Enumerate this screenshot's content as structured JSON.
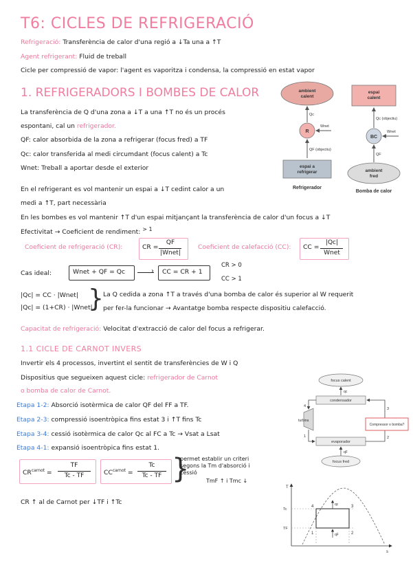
{
  "title": "T6: CICLES DE REFRIGERACIÓ",
  "intro": {
    "def1_term": "Refrigeració:",
    "def1_text": "Transferència de calor d'una regió a ↓Ta una a ↑T",
    "def2_term": "Agent refrigerant:",
    "def2_text": "Fluid de treball",
    "def3": "Cicle per compressió de vapor: l'agent es vaporitza i condensa, la compressió en estat vapor"
  },
  "section1": {
    "heading": "1. REFRIGERADORS I BOMBES DE CALOR",
    "p1a": "La transferència de Q d'una zona a ↓T a una ↑T no és un procés",
    "p1b_prefix": "espontani, cal un",
    "p1b_link": "refrigerador.",
    "qf": "QF: calor absorbida de la zona a refrigerar (focus fred) a TF",
    "qc": "Qc: calor transferida al medi circumdant (focus calent) a Tc",
    "wnet": "Wnet: Treball a aportar desde el exterior",
    "p2a": "En el refrigerant es vol mantenir un espai a ↓T cedint calor a un",
    "p2b": "medi a ↑T, part necessària",
    "p3": "En les bombes es vol mantenir ↑T d'un espai mitjançant la transferència de calor d'un focus a ↓T",
    "p4": "Efectivitat → Coeficient de rendiment:",
    "p4_note": "> 1",
    "cop_r_label": "Coeficient de refrigeració (CR):",
    "cop_r_lhs": "CR =",
    "cop_r_num": "QF",
    "cop_r_den": "|Wnet|",
    "cop_c_label": "Coeficient de calefacció (CC):",
    "cop_c_lhs": "CC =",
    "cop_c_num": "|Qc|",
    "cop_c_den": "Wnet",
    "ideal_label": "Cas ideal:",
    "ideal_eq1": "Wnet + QF = Qc",
    "ideal_eq2": "CC = CR + 1",
    "cr_note": "CR > 0",
    "cc_note": "CC > 1",
    "eq_a": "|Qc| = CC · |Wnet|",
    "eq_b": "|Qc| = (1+CR) · |Wnet|",
    "remark_a": "La Q cedida a zona ↑T a través d'una bomba de calor és superior al W requerit",
    "remark_b": "per fer-la funcionar → Avantatge bomba respecte dispositiu calefacció.",
    "cap_term": "Capacitat de refrigeració:",
    "cap_text": "Velocitat d'extracció de calor del focus a refrigerar."
  },
  "section11": {
    "heading": "1.1 CICLE DE CARNOT INVERS",
    "p1": "Invertir els 4 processos, invertint el sentit de transferències de W i Q",
    "p2_prefix": "Dispositius que segueixen aquest cicle:",
    "p2_link": "refrigerador de Carnot",
    "p3_link": "o bomba de calor de Carnot.",
    "steps": [
      {
        "label": "Etapa 1-2:",
        "text": "Absorció isotèrmica de calor QF del FF a TF."
      },
      {
        "label": "Etapa 2-3:",
        "text": "compressió isoentròpica fins estat 3 i ↑T fins Tc"
      },
      {
        "label": "Etapa 3-4:",
        "text": "cessió isotèrmica de calor Qc al FC a Tc → Vsat a Lsat"
      },
      {
        "label": "Etapa 4-1:",
        "text": "expansió isoentròpica fins estat 1."
      }
    ],
    "cr_carnot_lhs": "CR",
    "cr_carnot_sup": "carnot",
    "cr_carnot_num": "TF",
    "cr_carnot_den": "Tc - TF",
    "cc_carnot_lhs": "CC",
    "cc_carnot_sup": "carnot",
    "cc_carnot_num": "Tc",
    "cc_carnot_den": "Tc - TF",
    "criterion_a": "permet establir un criteri",
    "criterion_b": "segons la Tm d'absorció i",
    "criterion_c": "cessió",
    "criterion_d": "TmF ↑ i Tmc ↓",
    "final": "CR ↑ al de Carnot per ↓TF i ↑Tc"
  },
  "diagram_fridge": {
    "top": [
      "ambient",
      "calent"
    ],
    "node": "R",
    "qc": "Qc",
    "wnet": "Wnet",
    "qf": "QF (objectiu)",
    "bottom": [
      "espai a",
      "refrigerar"
    ],
    "caption": "Refrigerador"
  },
  "diagram_pump": {
    "top": [
      "espai",
      "calent"
    ],
    "node": "BC",
    "qc": "Qc (objectiu)",
    "wnet": "Wnet",
    "qf": "QF",
    "bottom": [
      "ambient",
      "fred"
    ],
    "caption": "Bomba de calor"
  },
  "diagram_cycle": {
    "hot": "focus calent",
    "cold": "focus fred",
    "condenser": "condensador",
    "evaporator": "evaporador",
    "turbine": "turbina",
    "compressor": "Compressor o bomba?",
    "n1": "1",
    "n2": "2",
    "n3": "3",
    "n4": "4",
    "qc": "qc",
    "qf": "qF"
  },
  "diagram_ts": {
    "t_axis": "T",
    "s_axis": "s",
    "tc": "Tc",
    "tf": "TF",
    "p1": "1",
    "p2": "2",
    "p3": "3",
    "p4": "4",
    "qc": "qc",
    "qf": "qF"
  },
  "colors": {
    "accent": "#f07da0",
    "link": "#3a7bd5",
    "fridge_top": "#e8a9a3",
    "fridge_node": "#f2b1ad",
    "fridge_bottom": "#b9c3cd",
    "pump_top": "#f2b1ad",
    "pump_node": "#cfd8e2",
    "pump_bottom": "#dcdcdc"
  }
}
